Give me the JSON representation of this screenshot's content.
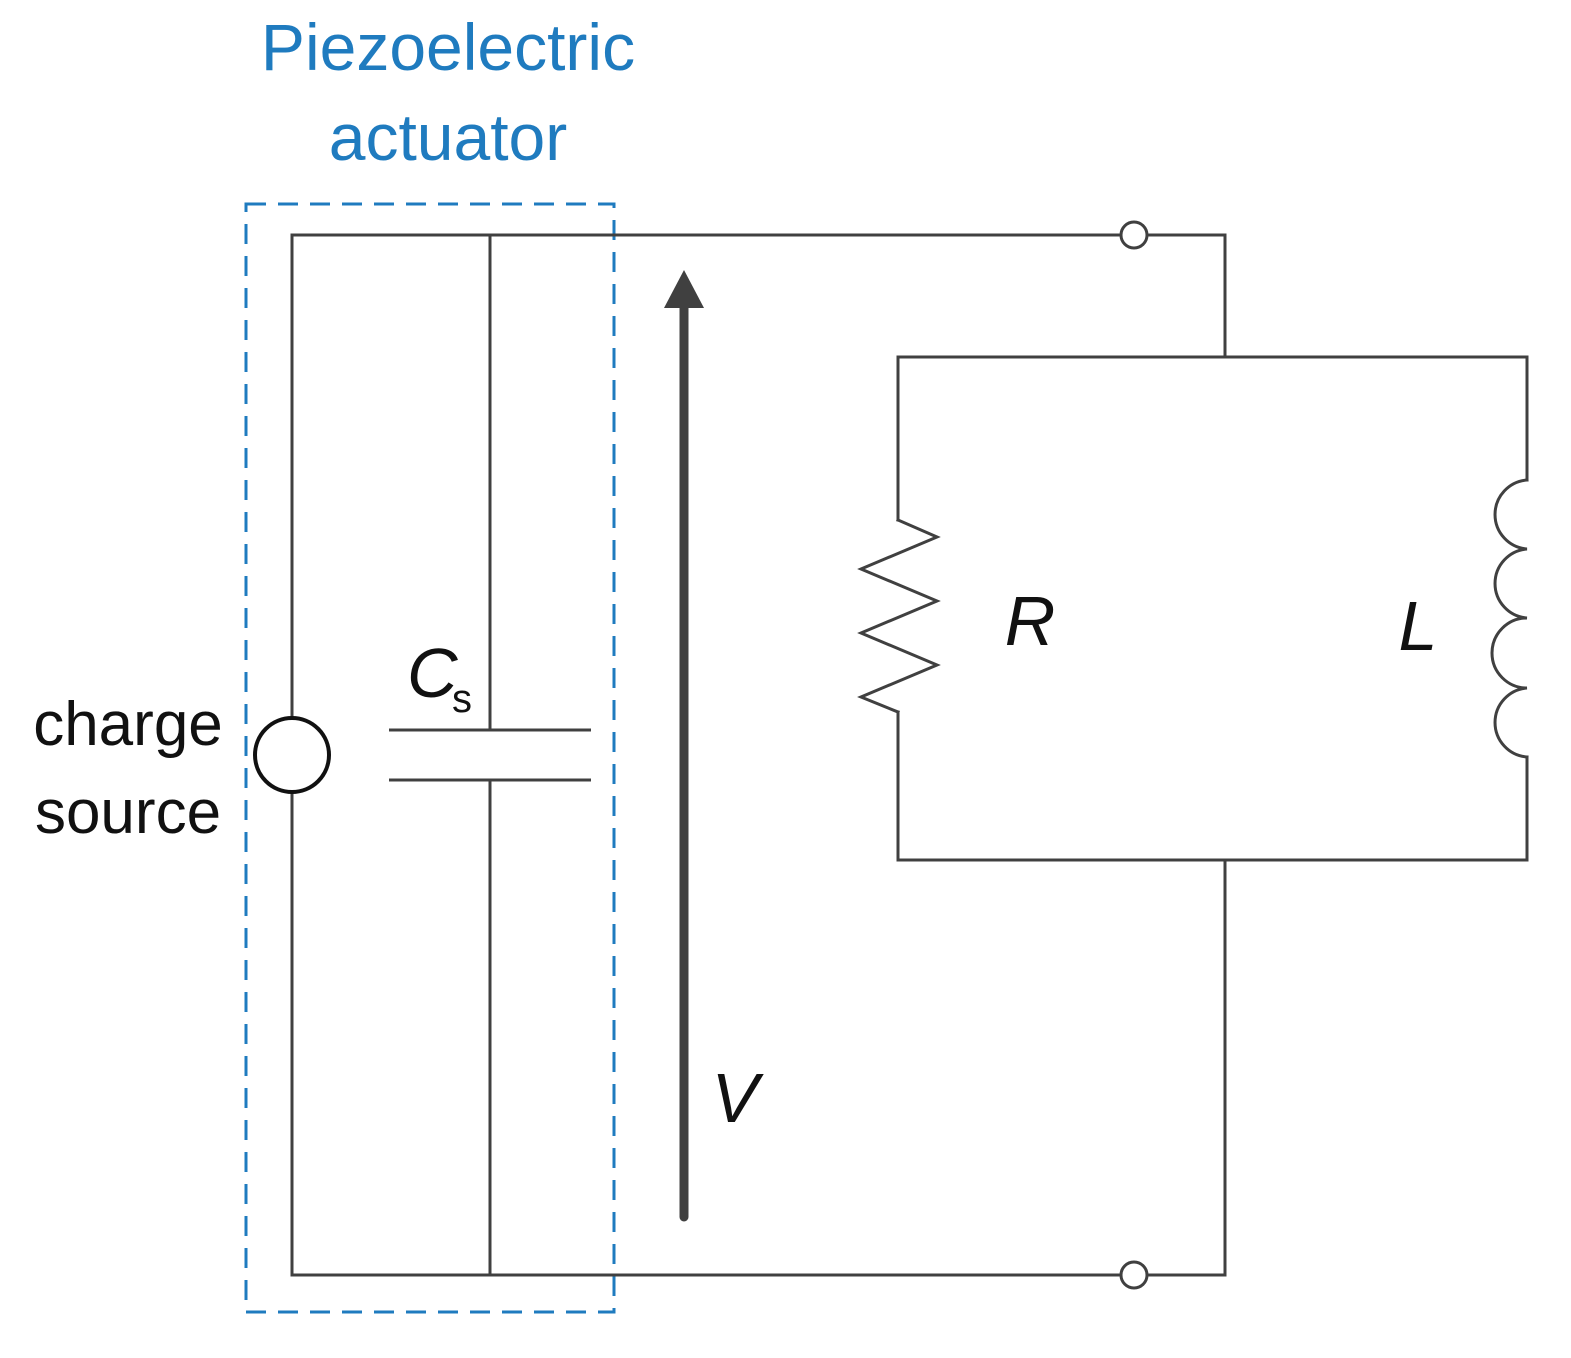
{
  "title": {
    "line1": "Piezoelectric",
    "line2": "actuator"
  },
  "source_label": {
    "line1": "charge",
    "line2": "source"
  },
  "components": {
    "capacitor": {
      "symbol": "C",
      "subscript": "s"
    },
    "voltage": "V",
    "resistor": "R",
    "inductor": "L"
  },
  "colors": {
    "actuator_box": "#1f7bbf",
    "wire": "#404040",
    "arrow": "#404040"
  }
}
